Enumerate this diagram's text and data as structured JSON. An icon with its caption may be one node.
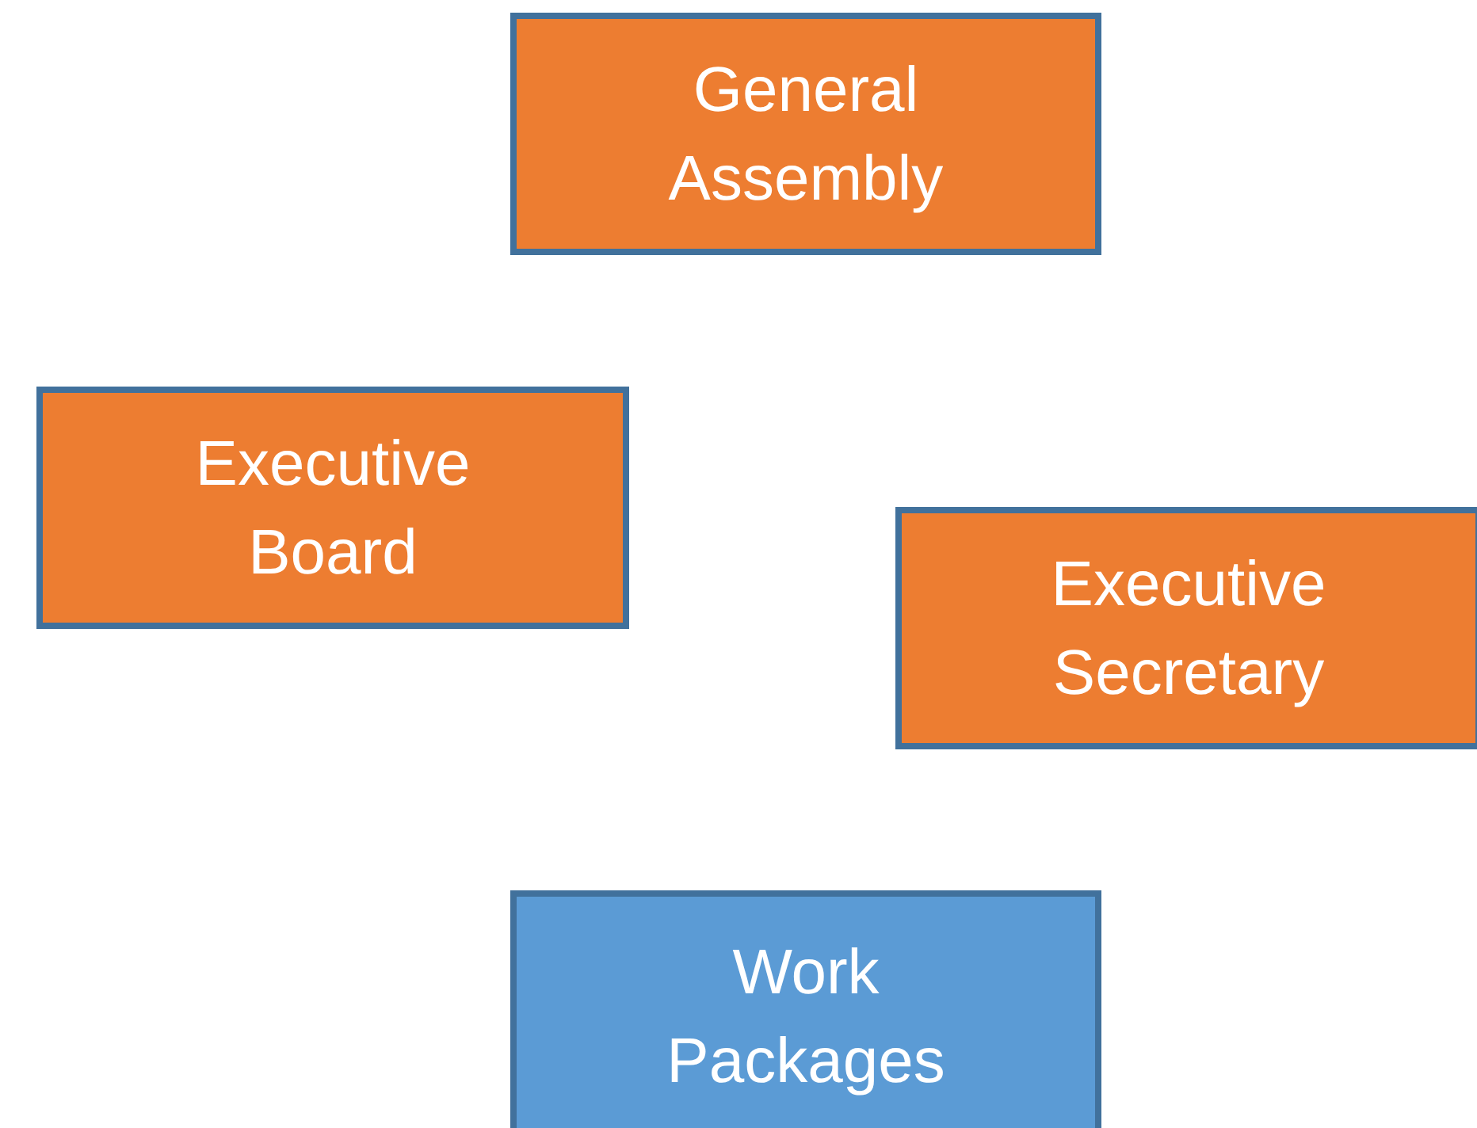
{
  "diagram": {
    "nodes": [
      {
        "text": [
          "General Assembly"
        ]
      },
      {
        "text": [
          "Executive Board"
        ]
      },
      {
        "text": [
          "Executive Secretary"
        ]
      },
      {
        "text": [
          "Work Packages"
        ]
      }
    ]
  }
}
